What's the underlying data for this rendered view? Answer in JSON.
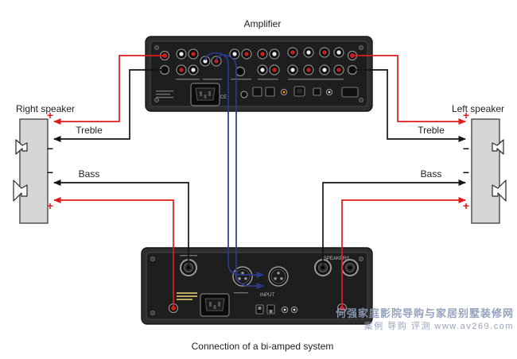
{
  "diagram": {
    "title": "Amplifier",
    "caption": "Connection of a bi-amped system",
    "speakers": {
      "right_label": "Right speaker",
      "left_label": "Left speaker"
    },
    "sections": {
      "treble": "Treble",
      "bass": "Bass"
    },
    "signs": {
      "plus": "+",
      "minus": "−"
    },
    "panel_text": {
      "ce": "CE",
      "speakers_out": "SPEAKERS",
      "input": "INPUT"
    },
    "watermark": {
      "line1": "何强家庭影院导购与家居别墅装修网",
      "line2": "案例 导购 评测 www.av269.com"
    },
    "colors": {
      "wire_positive": "#e01b1b",
      "wire_negative": "#151515",
      "signal_cable": "#2b3a8f",
      "panel": "#1e1e1e",
      "cabinet": "#d6d6d6",
      "watermark": "#8e9ab8"
    }
  }
}
